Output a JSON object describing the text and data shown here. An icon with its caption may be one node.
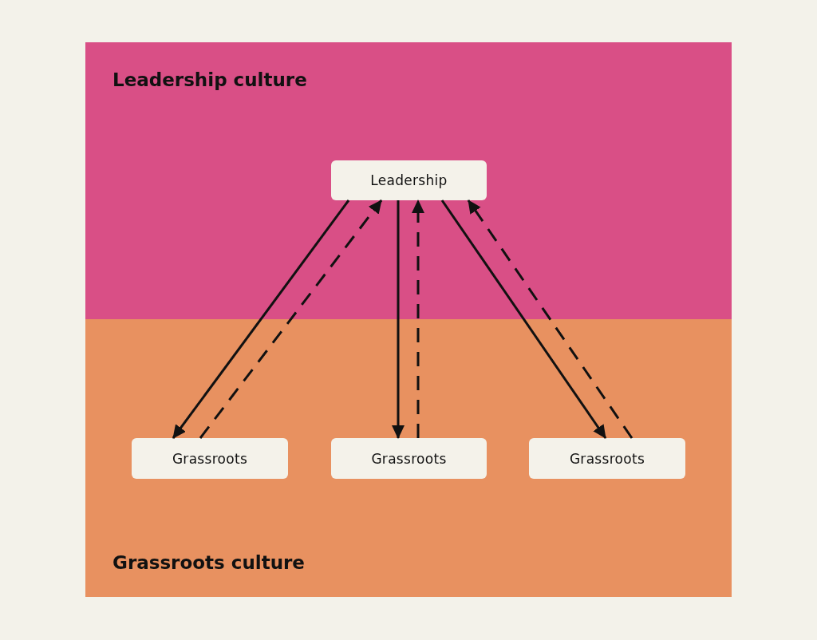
{
  "diagram": {
    "nodes": [
      {
        "text": [
          "Leadership culture"
        ]
      },
      {
        "text": [
          "Leadership"
        ],
        "in": 0
      },
      {
        "text": [
          "Grassroots culture"
        ]
      },
      {
        "text": [
          "Grassroots"
        ],
        "in": 2
      },
      {
        "text": [
          "Grassroots"
        ],
        "in": 2
      },
      {
        "text": [
          "Grassroots"
        ],
        "in": 2
      }
    ],
    "edges": [
      {
        "from": 1,
        "to": 3,
        "arrow": "to"
      },
      {
        "from": 3,
        "to": 1,
        "arrow": "to",
        "style": "dashed"
      },
      {
        "from": 1,
        "to": 4,
        "arrow": "to"
      },
      {
        "from": 4,
        "to": 1,
        "arrow": "to",
        "style": "dashed"
      },
      {
        "from": 1,
        "to": 5,
        "arrow": "to"
      },
      {
        "from": 5,
        "to": 1,
        "arrow": "to",
        "style": "dashed"
      }
    ]
  }
}
